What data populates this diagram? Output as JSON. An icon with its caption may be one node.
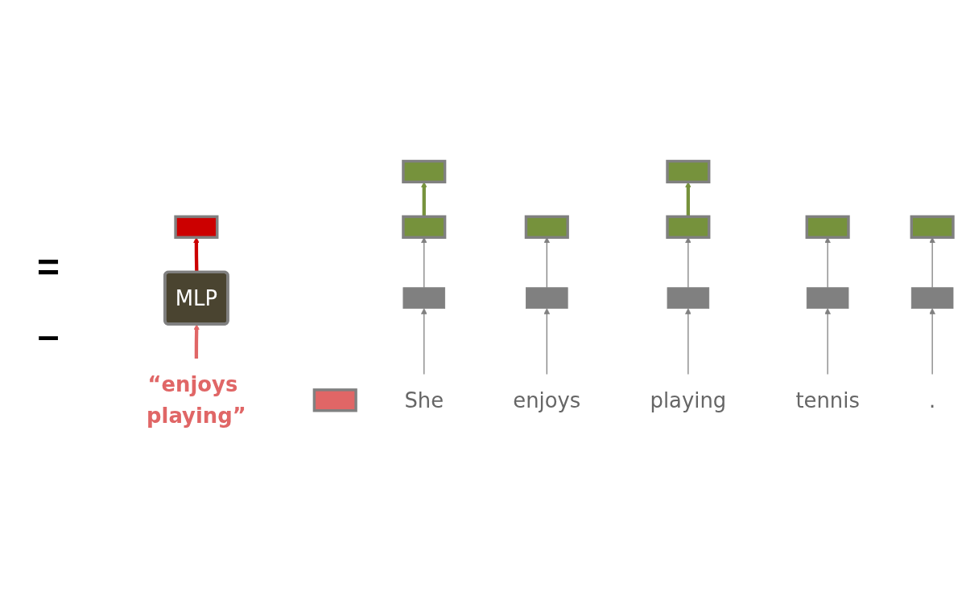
{
  "diagram": {
    "nodes": [
      {
        "text": [
          "MLP"
        ]
      },
      {
        "text": [],
        "shape": "bar"
      },
      {
        "text": [
          "“enjoys playing”"
        ]
      },
      {
        "text": [],
        "shape": "bar"
      },
      {
        "text": [],
        "shape": "bar"
      },
      {
        "text": [],
        "shape": "bar"
      },
      {
        "text": [],
        "shape": "bar"
      },
      {
        "text": [],
        "shape": "bar"
      },
      {
        "text": [],
        "shape": "bar"
      },
      {
        "text": [],
        "shape": "bar"
      },
      {
        "text": [],
        "shape": "bar"
      },
      {
        "text": [],
        "shape": "dots"
      },
      {
        "text": [],
        "shape": "dots"
      },
      {
        "text": [],
        "shape": "dots"
      },
      {
        "text": [],
        "shape": "dots"
      },
      {
        "text": [],
        "shape": "dots"
      },
      {
        "text": [
          "She"
        ]
      },
      {
        "text": [
          "enjoys"
        ]
      },
      {
        "text": [
          "playing"
        ]
      },
      {
        "text": [
          "tennis"
        ]
      },
      {
        "text": [
          "."
        ]
      }
    ],
    "edges": [
      {
        "from": 2,
        "to": 0,
        "arrow": "to",
        "style": "thick",
        "color": "#e06666"
      },
      {
        "from": 0,
        "to": 1,
        "arrow": "to",
        "style": "thick",
        "color": "#cc0000"
      },
      {
        "from": 6,
        "to": 5,
        "arrow": "to",
        "style": "thick",
        "color": "#76923c"
      },
      {
        "from": 8,
        "to": 4,
        "arrow": "to",
        "style": "thick",
        "color": "#76923c"
      },
      {
        "from": 16,
        "to": 11,
        "arrow": "to"
      },
      {
        "from": 17,
        "to": 12,
        "arrow": "to"
      },
      {
        "from": 18,
        "to": 13,
        "arrow": "to"
      },
      {
        "from": 19,
        "to": 14,
        "arrow": "to"
      },
      {
        "from": 20,
        "to": 15,
        "arrow": "to"
      },
      {
        "from": 11,
        "to": 6,
        "arrow": "to"
      },
      {
        "from": 12,
        "to": 7,
        "arrow": "to"
      },
      {
        "from": 13,
        "to": 8,
        "arrow": "to"
      },
      {
        "from": 14,
        "to": 9,
        "arrow": "to"
      },
      {
        "from": 15,
        "to": 10,
        "arrow": "to"
      }
    ],
    "labels": [
      "=",
      "–"
    ]
  }
}
